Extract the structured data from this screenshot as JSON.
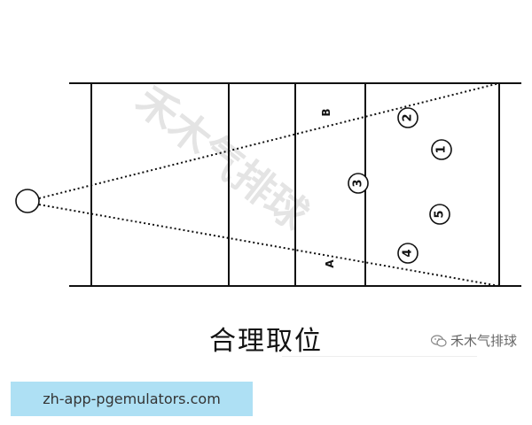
{
  "diagram": {
    "caption": "合理取位",
    "zone_labels": {
      "a": "A",
      "b": "B"
    },
    "players": [
      "1",
      "2",
      "3",
      "4",
      "5"
    ],
    "watermark_text": "禾木气排球",
    "ink_color": "#111111"
  },
  "wechat_mark": {
    "icon": "wechat-icon",
    "text": "禾木气排球"
  },
  "source_banner": {
    "text": "zh-app-pgemulators.com",
    "background": "#aee0f4"
  }
}
